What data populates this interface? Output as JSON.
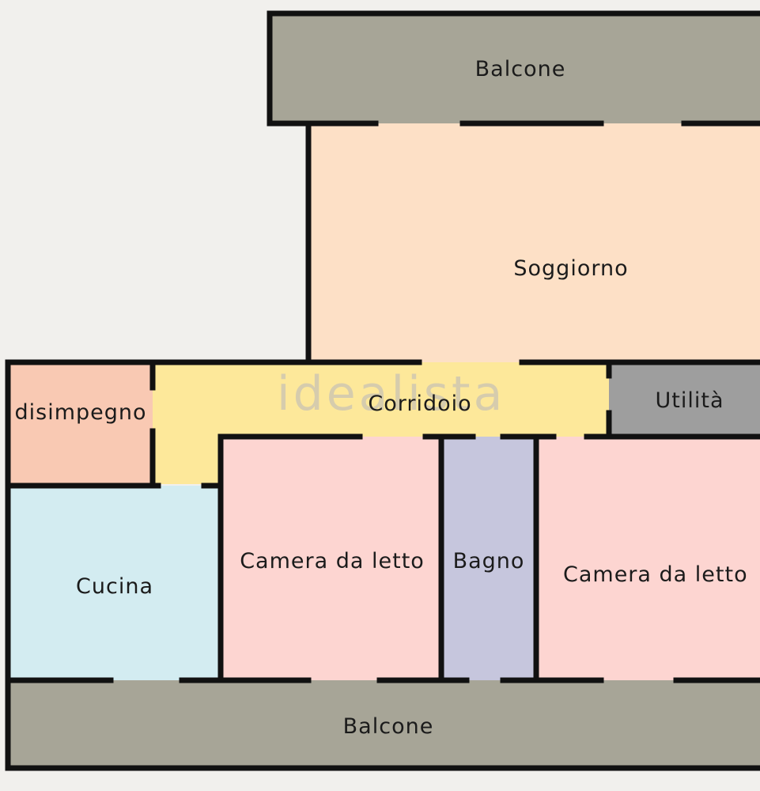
{
  "watermark": "idealista",
  "colors": {
    "balcone": "#a7a597",
    "soggiorno": "#fde0c6",
    "corridoio": "#fde89a",
    "disimpegno": "#f9c9b3",
    "utilita": "#9e9e9e",
    "cucina": "#d3ecf1",
    "camera": "#fdd5d1",
    "bagno": "#c6c6dd",
    "wall": "#111111",
    "background": "#f1f0ed"
  },
  "rooms": {
    "balcone_top": "Balcone",
    "soggiorno": "Soggiorno",
    "disimpegno": "disimpegno",
    "corridoio": "Corridoio",
    "utilita": "Utilità",
    "cucina": "Cucina",
    "camera_1": "Camera da letto",
    "bagno": "Bagno",
    "camera_2": "Camera da letto",
    "balcone_bottom": "Balcone"
  }
}
